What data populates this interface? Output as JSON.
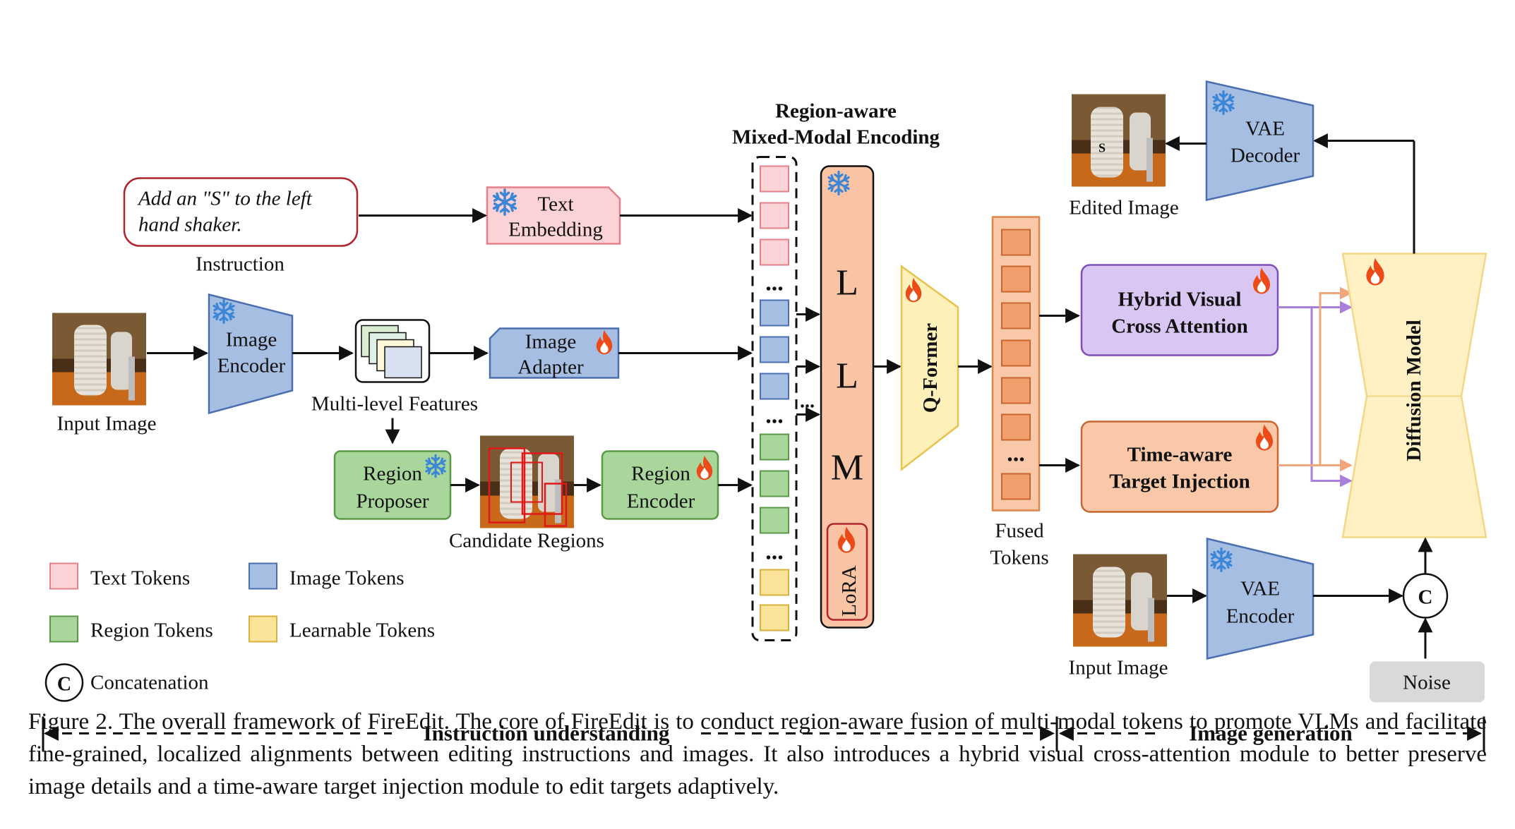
{
  "title": {
    "line1": "Region-aware",
    "line2": "Mixed-Modal Encoding"
  },
  "instruction": {
    "line1": "Add an \"S\" to the left",
    "line2": "hand shaker.",
    "label": "Instruction"
  },
  "text_embedding": {
    "line1": "Text",
    "line2": "Embedding"
  },
  "input_image_label": "Input Image",
  "image_encoder": {
    "line1": "Image",
    "line2": "Encoder"
  },
  "multilevel_label": "Multi-level Features",
  "image_adapter": {
    "line1": "Image",
    "line2": "Adapter"
  },
  "region_proposer": {
    "line1": "Region",
    "line2": "Proposer"
  },
  "candidate_label": "Candidate Regions",
  "region_encoder": {
    "line1": "Region",
    "line2": "Encoder"
  },
  "ellipsis": "...",
  "llm": {
    "l1": "L",
    "l2": "L",
    "l3": "M",
    "lora": "LoRA"
  },
  "qformer": "Q-Former",
  "fused": {
    "line1": "Fused",
    "line2": "Tokens"
  },
  "hybrid": {
    "line1": "Hybrid Visual",
    "line2": "Cross Attention"
  },
  "time_aware": {
    "line1": "Time-aware",
    "line2": "Target Injection"
  },
  "diffusion": "Diffusion Model",
  "vae_decoder": {
    "line1": "VAE",
    "line2": "Decoder"
  },
  "edited_label": "Edited Image",
  "vae_encoder": {
    "line1": "VAE",
    "line2": "Encoder"
  },
  "input_image_label2": "Input Image",
  "concat_symbol": "C",
  "noise": "Noise",
  "legend": {
    "text_tokens": "Text Tokens",
    "image_tokens": "Image Tokens",
    "region_tokens": "Region Tokens",
    "learnable_tokens": "Learnable Tokens",
    "concat_symbol": "C",
    "concatenation": "Concatenation"
  },
  "bottom": {
    "left": "Instruction understanding",
    "right": "Image generation"
  },
  "caption": "Figure 2. The overall framework of FireEdit. The core of FireEdit is to conduct region-aware fusion of multi-modal tokens to promote VLMs and facilitate fine-grained, localized alignments between editing instructions and images. It also introduces a hybrid visual cross-attention module to better preserve image details and a time-aware target injection module to edit targets adaptively.",
  "colors": {
    "text_token": "#fbd3d6",
    "text_token_border": "#e57f8a",
    "image_token": "#a7bee3",
    "image_token_border": "#4a6fb0",
    "region_token": "#a9d79b",
    "region_token_border": "#5a9a47",
    "learnable_token": "#fbe49a",
    "learnable_token_border": "#d8b23f",
    "llm": "#f8c4a3",
    "qformer": "#fdf0b8",
    "hybrid": "#d9c6f2",
    "time": "#f8c8a8",
    "diffusion": "#fff1c4",
    "noise": "#d9d9d9"
  },
  "icons": [
    "snowflake-icon",
    "flame-icon"
  ]
}
